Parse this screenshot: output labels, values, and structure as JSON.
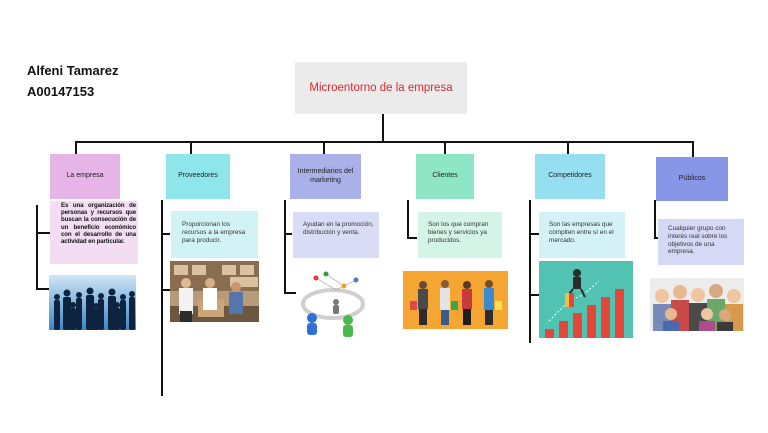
{
  "author": {
    "name": "Alfeni Tamarez",
    "id": "A00147153"
  },
  "root": {
    "label": "Microentorno de la empresa"
  },
  "categories": [
    {
      "label": "La empresa",
      "description": "Es una organización de personas y recursos que buscan la consecución de un beneficio económico con el desarrollo de una actividad en particular.",
      "image": "business-crowd-silhouette"
    },
    {
      "label": "Proveedores",
      "description": "Proporcionan los recursos a la empresa para producir.",
      "image": "warehouse-workers"
    },
    {
      "label": "Intermediarios del marketing",
      "description": "Ayudan en la promoción, distribución y venta.",
      "image": "network-people-figures"
    },
    {
      "label": "Clientes",
      "description": "Son los que compran bienes y servicios ya producidos.",
      "image": "shoppers-with-bags"
    },
    {
      "label": "Competidores",
      "description": "Son las empresas que compiten entre sí en el mercado.",
      "image": "growth-bar-chart"
    },
    {
      "label": "Públicos",
      "description": "Cualquier grupo con interés real sobre los objetivos de una empresa.",
      "image": "group-of-people"
    }
  ],
  "colors": {
    "root_bg": "#ebebeb",
    "root_text": "#e0262f",
    "empresa": "#e6b4e6",
    "empresa_desc": "#f2ddf2",
    "proveedores": "#8fe6ea",
    "proveedores_desc": "#d2f3f5",
    "intermediarios": "#aab1e8",
    "intermediarios_desc": "#d9dcf5",
    "clientes": "#8ee6c4",
    "clientes_desc": "#d3f4e6",
    "competidores": "#96dff0",
    "competidores_desc": "#d4f1f8",
    "publicos": "#8896e8",
    "publicos_desc": "#d5d9f6"
  }
}
